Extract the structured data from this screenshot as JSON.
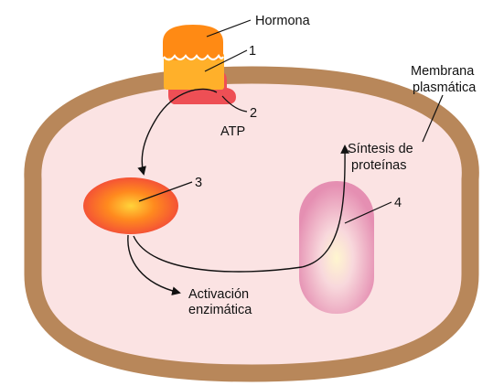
{
  "labels": {
    "hormone": "Hormona",
    "membrane_line1": "Membrana",
    "membrane_line2": "plasmática",
    "num1": "1",
    "num2": "2",
    "atp": "ATP",
    "num3": "3",
    "num4": "4",
    "protein_line1": "Síntesis de",
    "protein_line2": "proteínas",
    "enzyme_line1": "Activación",
    "enzyme_line2": "enzimática"
  },
  "colors": {
    "membrane": "#b8875a",
    "cytoplasm": "#fbe3e3",
    "hormone": "#ff8a14",
    "receptor_top": "#ffb02a",
    "receptor_bottom": "#ee4f55",
    "enzyme_body": "#ff6a1c",
    "vesicle": "#f2b9cf",
    "line": "#111111"
  }
}
